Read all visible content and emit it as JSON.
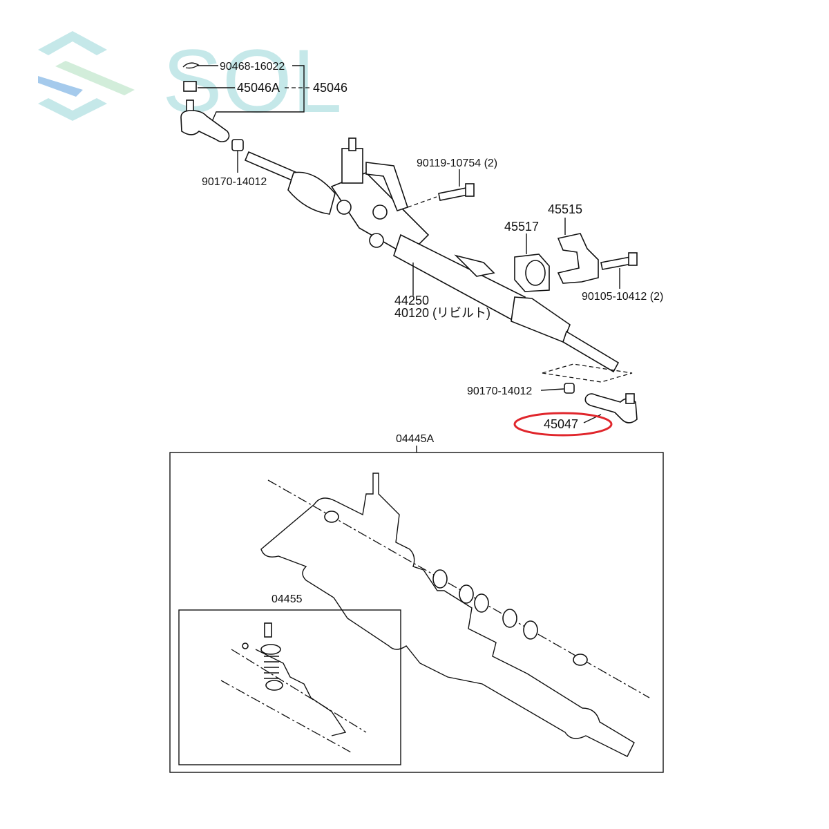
{
  "watermark": {
    "text": "SOL",
    "color": "#9fd9dc"
  },
  "highlight_color": "#e0262c",
  "labels": {
    "cotter_pin": "90468-16022",
    "nut": "45046A",
    "tie_rod_end_lh": "45046",
    "lock_nut_upper": "90170-14012",
    "bolt_upper": "90119-10754 (2)",
    "bracket": "45515",
    "grommet": "45517",
    "bolt_lower": "90105-10412 (2)",
    "gear_assy": "44250",
    "gear_rebuilt": "40120 (リビルト)",
    "lock_nut_lower": "90170-14012",
    "tie_rod_end_rh": "45047",
    "gasket_kit": "04445A",
    "sub_kit": "04455"
  }
}
